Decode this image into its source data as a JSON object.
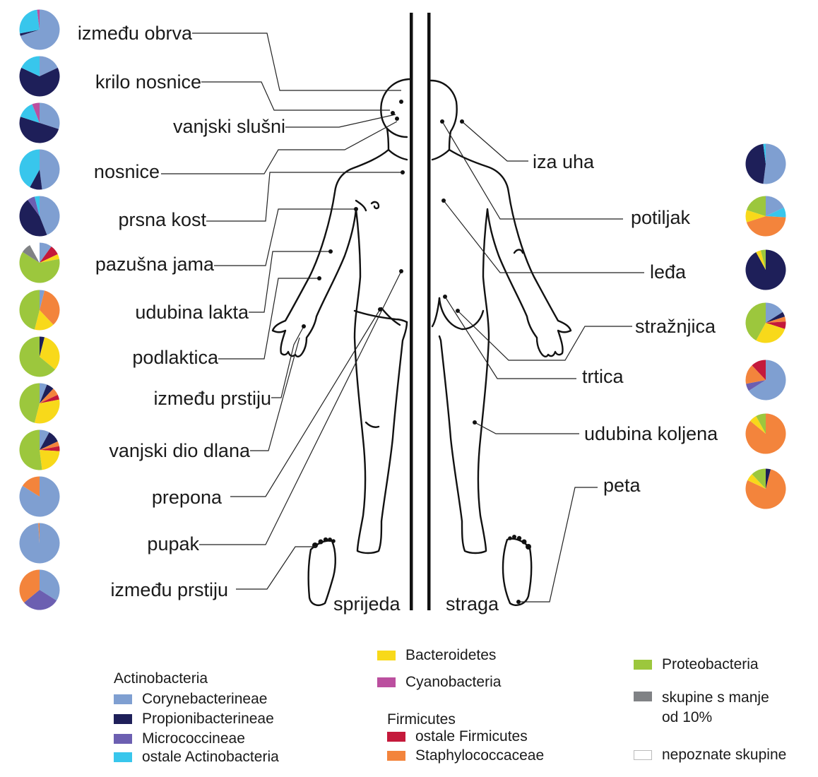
{
  "colors": {
    "corynebacterineae": "#7f9fd1",
    "propionibacterineae": "#1e1f59",
    "micrococcineae": "#6c5fb1",
    "ostale_actinobacteria": "#38c6ec",
    "bacteroidetes": "#f8d91a",
    "cyanobacteria": "#bb4f9f",
    "ostale_firmicutes": "#c4193b",
    "staphylococcaceae": "#f3843c",
    "proteobacteria": "#9cc73d",
    "manje_10": "#808285",
    "nepoznate": "#ffffff"
  },
  "views": {
    "front": "sprijeda",
    "back": "straga"
  },
  "left_sites": [
    {
      "label": "između obrva",
      "comp": {
        "corynebacterineae": 70,
        "propionibacterineae": 2,
        "cyanobacteria": 2,
        "ostale_actinobacteria": 26
      }
    },
    {
      "label": "krilo nosnice",
      "comp": {
        "corynebacterineae": 18,
        "propionibacterineae": 64,
        "ostale_actinobacteria": 18
      }
    },
    {
      "label": "vanjski slušni",
      "comp": {
        "corynebacterineae": 30,
        "propionibacterineae": 50,
        "cyanobacteria": 6,
        "ostale_actinobacteria": 14
      }
    },
    {
      "label": "nosnice",
      "comp": {
        "corynebacterineae": 48,
        "propionibacterineae": 10,
        "ostale_actinobacteria": 42
      }
    },
    {
      "label": "prsna kost",
      "comp": {
        "corynebacterineae": 44,
        "propionibacterineae": 46,
        "ostale_actinobacteria": 4,
        "micrococcineae": 6
      }
    },
    {
      "label": "pazušna jama",
      "comp": {
        "corynebacterineae": 10,
        "bacteroidetes": 4,
        "ostale_firmicutes": 8,
        "proteobacteria": 62,
        "manje_10": 8,
        "nepoznate": 8
      }
    },
    {
      "label": "udubina lakta",
      "comp": {
        "corynebacterineae": 4,
        "bacteroidetes": 16,
        "staphylococcaceae": 34,
        "proteobacteria": 46
      }
    },
    {
      "label": "podlaktica",
      "comp": {
        "propionibacterineae": 4,
        "bacteroidetes": 32,
        "proteobacteria": 64
      }
    },
    {
      "label": "između prstiju",
      "comp": {
        "corynebacterineae": 6,
        "propionibacterineae": 6,
        "bacteroidetes": 32,
        "ostale_firmicutes": 4,
        "staphylococcaceae": 6,
        "proteobacteria": 46
      }
    },
    {
      "label": "vanjski dio dlana",
      "comp": {
        "corynebacterineae": 8,
        "propionibacterineae": 10,
        "bacteroidetes": 22,
        "ostale_firmicutes": 4,
        "staphylococcaceae": 4,
        "proteobacteria": 52
      }
    },
    {
      "label": "prepona",
      "comp": {
        "corynebacterineae": 84,
        "staphylococcaceae": 16
      }
    },
    {
      "label": "pupak",
      "comp": {
        "corynebacterineae": 99,
        "staphylococcaceae": 1
      }
    },
    {
      "label": "između prstiju",
      "comp": {
        "corynebacterineae": 34,
        "micrococcineae": 30,
        "staphylococcaceae": 36
      }
    }
  ],
  "right_sites": [
    {
      "label": "iza uha",
      "comp": {
        "corynebacterineae": 52,
        "propionibacterineae": 46,
        "ostale_actinobacteria": 2
      }
    },
    {
      "label": "potiljak",
      "comp": {
        "corynebacterineae": 18,
        "bacteroidetes": 10,
        "staphylococcaceae": 44,
        "proteobacteria": 20,
        "ostale_actinobacteria": 8
      }
    },
    {
      "label": "leđa",
      "comp": {
        "propionibacterineae": 92,
        "proteobacteria": 4,
        "bacteroidetes": 4
      }
    },
    {
      "label": "stražnjica",
      "comp": {
        "corynebacterineae": 16,
        "propionibacterineae": 4,
        "bacteroidetes": 28,
        "ostale_firmicutes": 6,
        "staphylococcaceae": 4,
        "proteobacteria": 42
      }
    },
    {
      "label": "trtica",
      "comp": {
        "corynebacterineae": 66,
        "micrococcineae": 6,
        "ostale_firmicutes": 12,
        "staphylococcaceae": 16
      }
    },
    {
      "label": "udubina koljena",
      "comp": {
        "staphylococcaceae": 86,
        "bacteroidetes": 6,
        "proteobacteria": 8
      }
    },
    {
      "label": "peta",
      "comp": {
        "staphylococcaceae": 78,
        "bacteroidetes": 6,
        "propionibacterineae": 4,
        "proteobacteria": 12
      }
    }
  ],
  "legend": {
    "actinobacteria_title": "Actinobacteria",
    "corynebacterineae": "Corynebacterineae",
    "propionibacterineae": "Propionibacterineae",
    "micrococcineae": "Micrococcineae",
    "ostale_actinobacteria": "ostale Actinobacteria",
    "bacteroidetes": "Bacteroidetes",
    "cyanobacteria": "Cyanobacteria",
    "firmicutes_title": "Firmicutes",
    "ostale_firmicutes": "ostale Firmicutes",
    "staphylococcaceae": "Staphylococcaceae",
    "proteobacteria": "Proteobacteria",
    "manje_10": "skupine s manje od 10%",
    "nepoznate": "nepoznate skupine"
  }
}
